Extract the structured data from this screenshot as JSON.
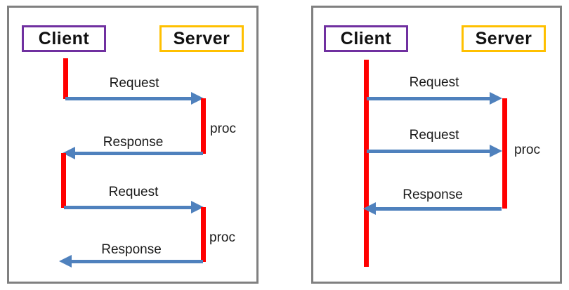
{
  "diagram": {
    "colors": {
      "client_box_border": "#7030A0",
      "server_box_border": "#FFC000",
      "lifeline": "#FF0000",
      "arrow": "#4F81BD",
      "panel_border": "#808080",
      "text": "#111111",
      "background": "#FFFFFF"
    },
    "panels": [
      {
        "actors": [
          {
            "label": "Client"
          },
          {
            "label": "Server"
          }
        ],
        "messages": [
          {
            "label": "Request",
            "direction": "right",
            "from": "Client",
            "to": "Server"
          },
          {
            "label": "Response",
            "direction": "left",
            "from": "Server",
            "to": "Client"
          },
          {
            "label": "Request",
            "direction": "right",
            "from": "Client",
            "to": "Server"
          },
          {
            "label": "Response",
            "direction": "left",
            "from": "Server",
            "to": "Client"
          }
        ],
        "activations": [
          {
            "label": "proc"
          },
          {
            "label": "proc"
          }
        ]
      },
      {
        "actors": [
          {
            "label": "Client"
          },
          {
            "label": "Server"
          }
        ],
        "messages": [
          {
            "label": "Request",
            "direction": "right",
            "from": "Client",
            "to": "Server"
          },
          {
            "label": "Request",
            "direction": "right",
            "from": "Client",
            "to": "Server"
          },
          {
            "label": "Response",
            "direction": "left",
            "from": "Server",
            "to": "Client"
          }
        ],
        "activations": [
          {
            "label": "proc"
          }
        ]
      }
    ]
  }
}
